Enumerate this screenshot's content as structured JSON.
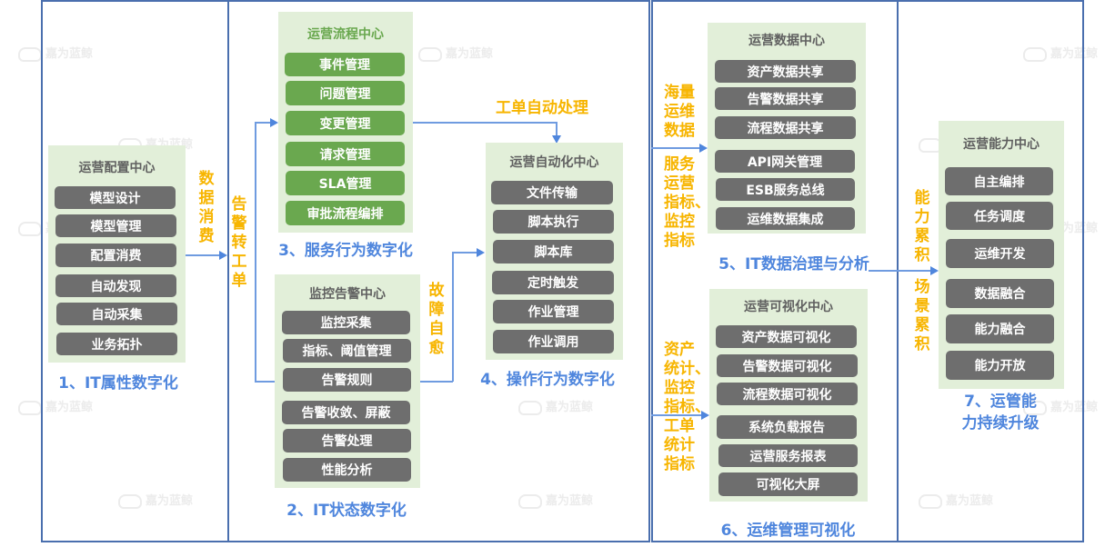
{
  "columns": [
    {
      "section_title": "1、IT属性数字化",
      "panels": [
        {
          "title": "运营配置中心",
          "items": [
            "模型设计",
            "模型管理",
            "配置消费",
            "自动发现",
            "自动采集",
            "业务拓扑"
          ]
        }
      ]
    },
    {
      "panels": [
        {
          "title": "运营流程中心",
          "section_title": "3、服务行为数字化",
          "items": [
            "事件管理",
            "问题管理",
            "变更管理",
            "请求管理",
            "SLA管理",
            "审批流程编排"
          ]
        },
        {
          "title": "监控告警中心",
          "section_title": "2、IT状态数字化",
          "items": [
            "监控采集",
            "指标、阈值管理",
            "告警规则",
            "告警收敛、屏蔽",
            "告警处理",
            "性能分析"
          ]
        },
        {
          "title": "运营自动化中心",
          "section_title": "4、操作行为数字化",
          "items": [
            "文件传输",
            "脚本执行",
            "脚本库",
            "定时触发",
            "作业管理",
            "作业调用"
          ]
        }
      ]
    },
    {
      "panels": [
        {
          "title": "运营数据中心",
          "section_title": "5、IT数据治理与分析",
          "items": [
            "资产数据共享",
            "告警数据共享",
            "流程数据共享",
            "API网关管理",
            "ESB服务总线",
            "运维数据集成"
          ]
        },
        {
          "title": "运营可视化中心",
          "section_title": "6、运维管理可视化",
          "items": [
            "资产数据可视化",
            "告警数据可视化",
            "流程数据可视化",
            "系统负载报告",
            "运营服务报表",
            "可视化大屏"
          ]
        }
      ]
    },
    {
      "panels": [
        {
          "title": "运营能力中心",
          "section_title_line1": "7、运管能",
          "section_title_line2": "力持续升级",
          "items": [
            "自主编排",
            "任务调度",
            "运维开发",
            "数据融合",
            "能力融合",
            "能力开放"
          ]
        }
      ]
    }
  ],
  "flow_labels": {
    "data_consumption": "数据消费",
    "alert_to_ticket": "告警转工单",
    "ticket_auto_processing": "工单自动处理",
    "fault_self_healing": "故障自愈",
    "massive_ops_data_lines": [
      "海量",
      "运维",
      "数据"
    ],
    "service_metrics_lines": [
      "服务",
      "运营",
      "指标、",
      "监控",
      "指标"
    ],
    "stats_metrics_lines": [
      "资产",
      "统计、",
      "监控",
      "指标、",
      "工单",
      "统计",
      "指标"
    ],
    "capability_accumulation": "能力累积",
    "scenario_accumulation": "场景累积"
  },
  "watermark": "嘉为蓝鲸",
  "colors": {
    "frame_border": "#4a6fae",
    "panel_bg": "#e2efd9",
    "item_gray": "#6e6e6e",
    "item_green": "#6aa84f",
    "section_blue": "#4f86dd",
    "label_orange": "#f7b500",
    "connector": "#6f9be0"
  }
}
